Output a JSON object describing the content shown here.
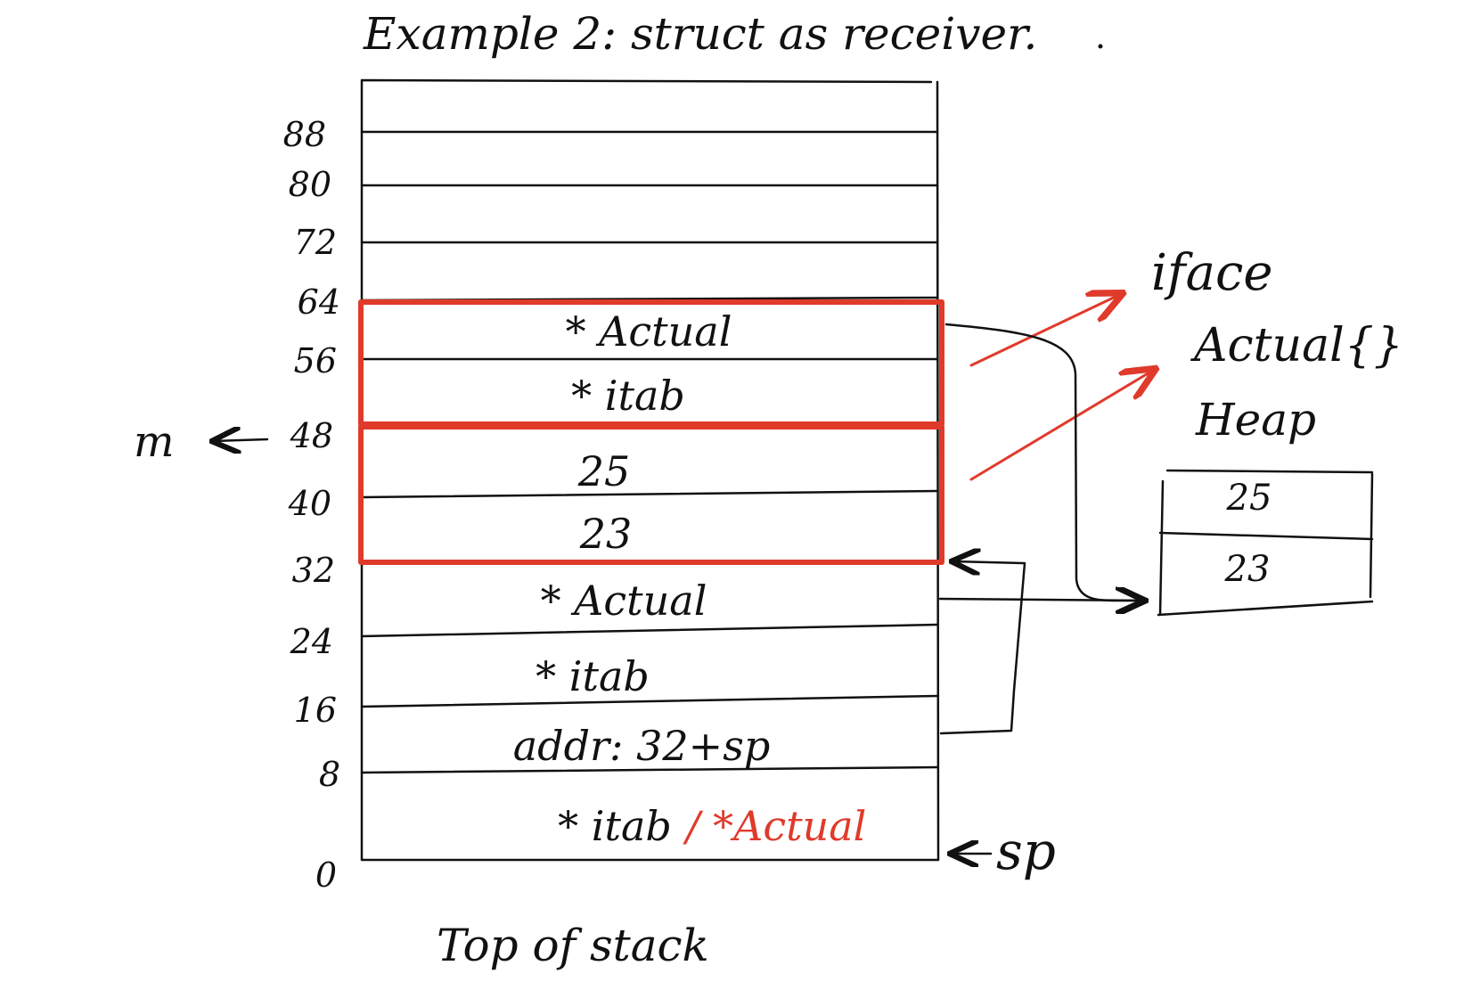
{
  "title": "Example 2: struct as receiver.",
  "stack": {
    "offsets": [
      "88",
      "80",
      "72",
      "64",
      "56",
      "48",
      "40",
      "32",
      "24",
      "16",
      "8",
      "0"
    ],
    "cells": [
      "",
      "",
      "",
      "",
      "* Actual",
      "* itab",
      "25",
      "23",
      "* Actual",
      "* itab",
      "addr: 32+sp",
      "* itab"
    ],
    "bottom_red_text": "/ *Actual",
    "caption": "Top of stack"
  },
  "m_label": "m",
  "sp_label": "sp",
  "heap": {
    "iface_label": "iface",
    "actual_label": "Actual{}",
    "heap_label": "Heap",
    "cells": [
      "25",
      "23"
    ]
  },
  "colors": {
    "ink": "#111111",
    "accent": "#e03a2b"
  }
}
